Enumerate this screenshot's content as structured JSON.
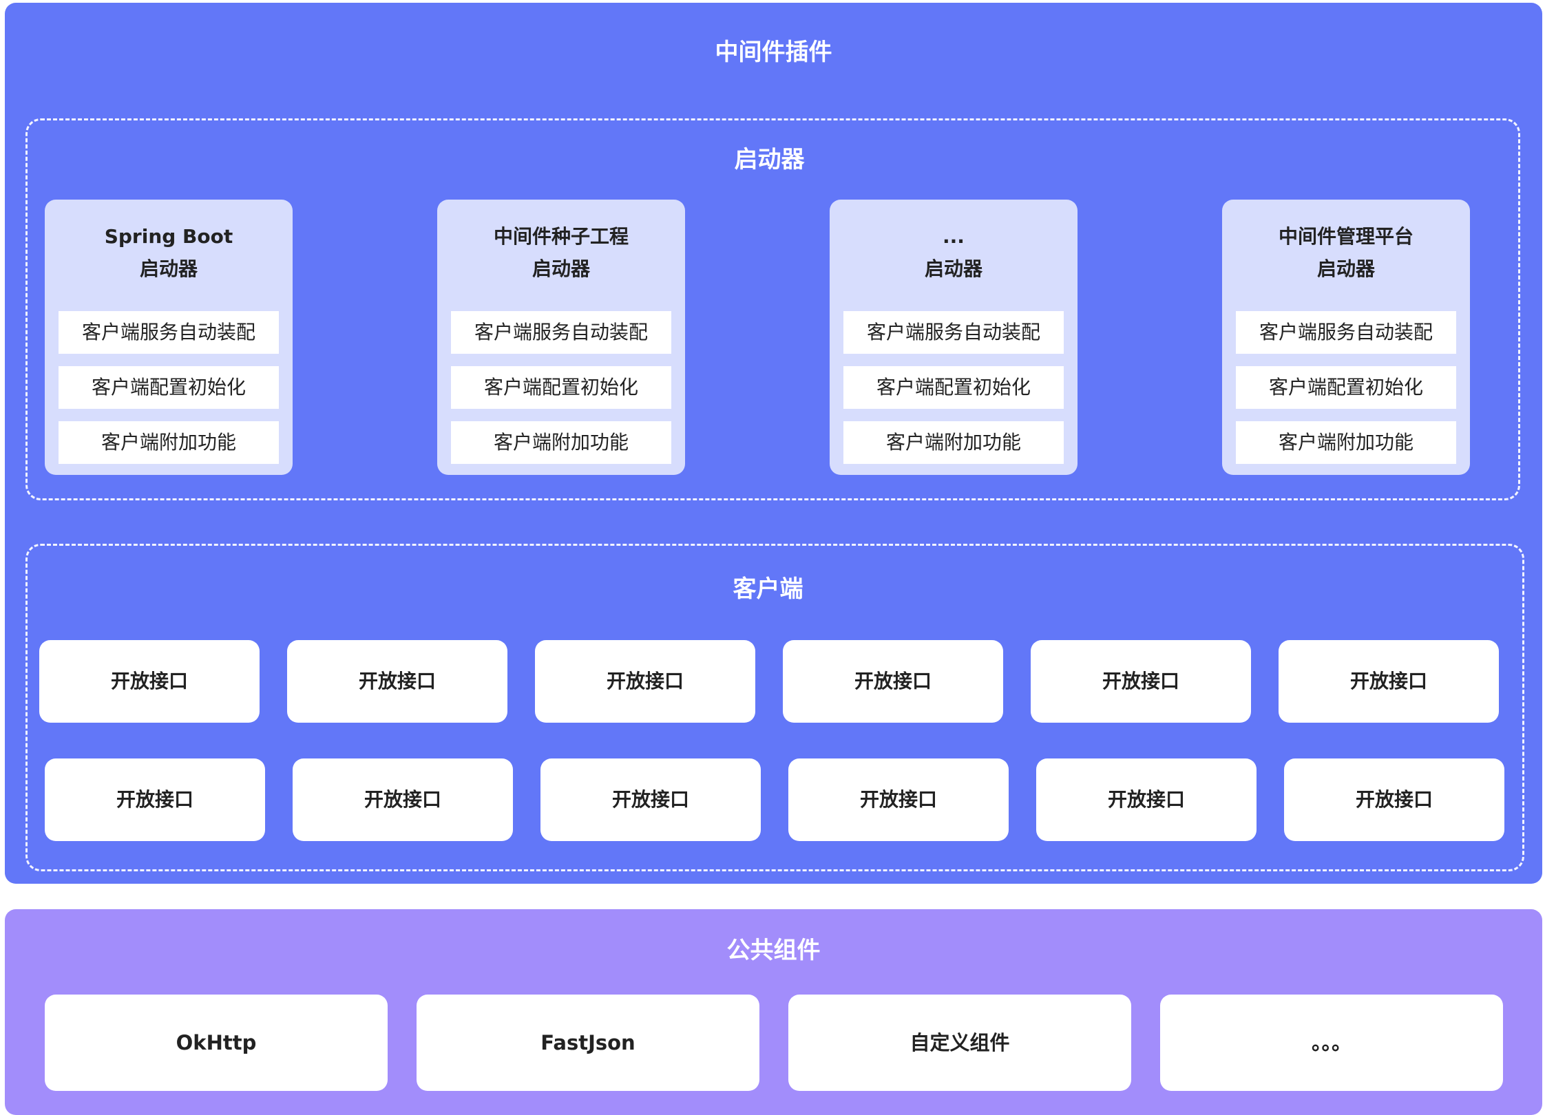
{
  "middleware": {
    "title": "中间件插件",
    "starters": {
      "title": "启动器",
      "cards": [
        {
          "name": "Spring Boot",
          "suffix": "启动器",
          "features": [
            "客户端服务自动装配",
            "客户端配置初始化",
            "客户端附加功能"
          ]
        },
        {
          "name": "中间件种子工程",
          "suffix": "启动器",
          "features": [
            "客户端服务自动装配",
            "客户端配置初始化",
            "客户端附加功能"
          ]
        },
        {
          "name": "...",
          "suffix": "启动器",
          "features": [
            "客户端服务自动装配",
            "客户端配置初始化",
            "客户端附加功能"
          ]
        },
        {
          "name": "中间件管理平台",
          "suffix": "启动器",
          "features": [
            "客户端服务自动装配",
            "客户端配置初始化",
            "客户端附加功能"
          ]
        }
      ]
    },
    "client": {
      "title": "客户端",
      "rows": [
        [
          "开放接口",
          "开放接口",
          "开放接口",
          "开放接口",
          "开放接口",
          "开放接口"
        ],
        [
          "开放接口",
          "开放接口",
          "开放接口",
          "开放接口",
          "开放接口",
          "开放接口"
        ]
      ]
    }
  },
  "common": {
    "title": "公共组件",
    "components": [
      "OkHttp",
      "FastJson",
      "自定义组件",
      "。。。"
    ]
  },
  "colors": {
    "middleware_bg": "#6277f8",
    "common_bg": "#a28dfb",
    "card_bg": "#d7ddfd"
  }
}
